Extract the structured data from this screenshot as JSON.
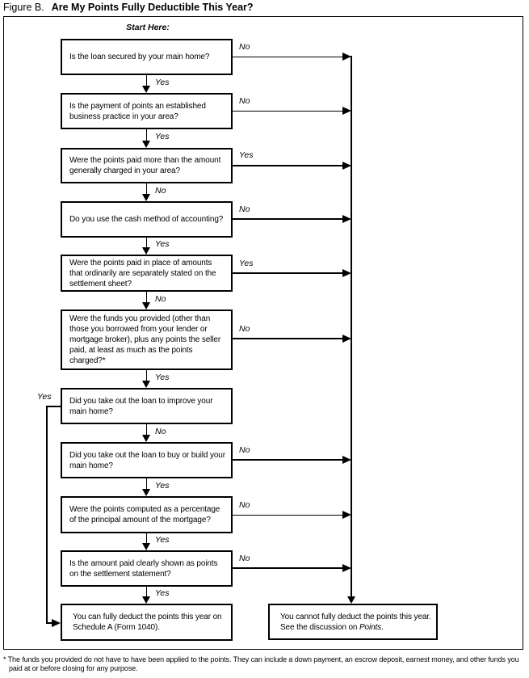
{
  "title": {
    "prefix": "Figure B.",
    "main": "Are My Points Fully Deductible This Year?"
  },
  "start_label": "Start Here:",
  "colors": {
    "ink": "#000000",
    "paper": "#ffffff"
  },
  "nodes": [
    {
      "text": "Is the loan secured by your main home?",
      "side_label": "No",
      "side_dir": "right",
      "down_label": "Yes"
    },
    {
      "text": "Is the payment of points an established business practice in your area?",
      "side_label": "No",
      "side_dir": "right",
      "down_label": "Yes"
    },
    {
      "text": "Were the points paid more than the amount generally charged in your area?",
      "side_label": "Yes",
      "side_dir": "right",
      "down_label": "No"
    },
    {
      "text": "Do you use the cash method of accounting?",
      "side_label": "No",
      "side_dir": "right",
      "down_label": "Yes"
    },
    {
      "text": "Were the points paid in place of amounts that ordinarily are separately stated on the settlement sheet?",
      "side_label": "Yes",
      "side_dir": "right",
      "down_label": "No"
    },
    {
      "text": "Were the funds you provided (other than those you borrowed from your lender or mortgage broker), plus any points the seller paid, at least as much as the points charged?*",
      "side_label": "No",
      "side_dir": "right",
      "down_label": "Yes"
    },
    {
      "text": "Did you take out the loan to improve your main home?",
      "side_label": "Yes",
      "side_dir": "left",
      "down_label": "No"
    },
    {
      "text": "Did you take out the loan to buy or build your main home?",
      "side_label": "No",
      "side_dir": "right",
      "down_label": "Yes"
    },
    {
      "text": "Were the points computed as a percentage of the principal amount of the mortgage?",
      "side_label": "No",
      "side_dir": "right",
      "down_label": "Yes"
    },
    {
      "text": "Is the amount paid clearly shown as points on the settlement statement?",
      "side_label": "No",
      "side_dir": "right",
      "down_label": "Yes"
    }
  ],
  "results": {
    "deduct": {
      "text": "You can fully deduct the points this year on Schedule A (Form 1040)."
    },
    "no_deduct": {
      "text_before": "You cannot fully deduct the points this year. See the discussion on ",
      "italic": "Points",
      "text_after": "."
    }
  },
  "footnote": {
    "marker": "*",
    "text": " The funds you provided do not have to have been applied to the points. They can include a down payment, an escrow deposit, earnest money, and other funds you paid at or before closing for any purpose."
  }
}
